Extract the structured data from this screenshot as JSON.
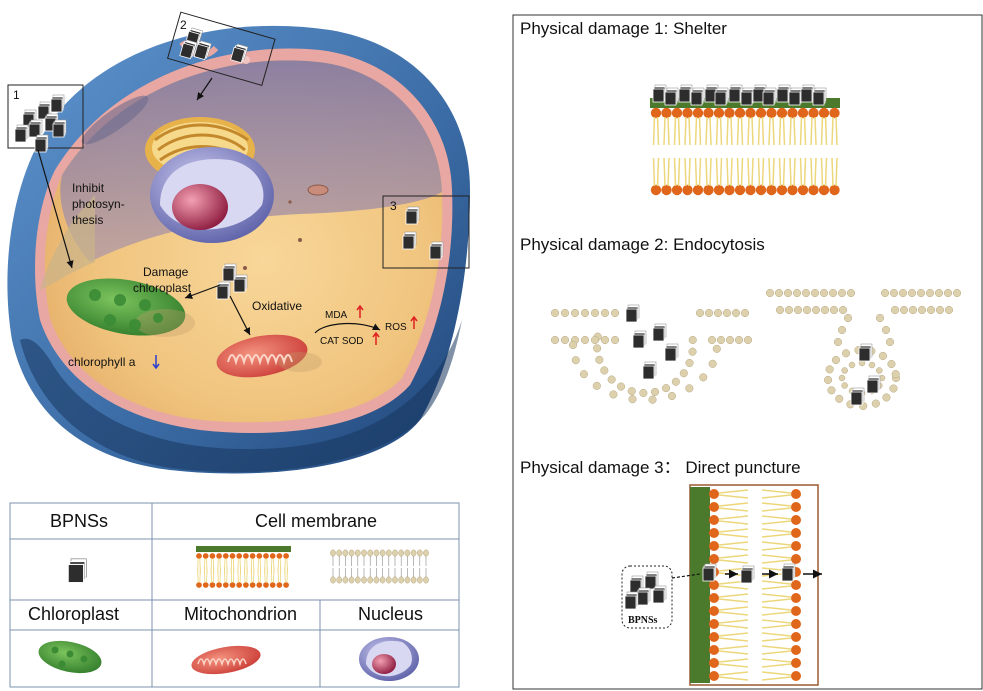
{
  "cell": {
    "box1": "1",
    "box2": "2",
    "box3": "3",
    "inhibit": [
      "Inhibit",
      "photosyn-",
      "thesis"
    ],
    "damage": [
      "Damage",
      "chloroplast"
    ],
    "oxidative": "Oxidative",
    "mda": "MDA",
    "ros": "ROS",
    "cat_sod": "CAT SOD",
    "chlorophyll": "chlorophyll a"
  },
  "panels": {
    "shelter": "Physical damage 1: Shelter",
    "endocytosis": "Physical damage 2: Endocytosis",
    "puncture": "Physical damage 3： Direct puncture",
    "bpnss_tag": "BPNSs"
  },
  "legend": {
    "bpnss": "BPNSs",
    "cell_membrane": "Cell membrane",
    "chloroplast": "Chloroplast",
    "mitochondrion": "Mitochondrion",
    "nucleus": "Nucleus"
  },
  "colors": {
    "cell_outer": "#3f6fa8",
    "cytoplasm": "#f1c98a",
    "membrane_green": "#4c7a2c",
    "lipid_head": "#e0661c",
    "lipid_tail": "#ecd77c",
    "vesicle_head": "#ddd0ad",
    "up_arrow": "#e02020",
    "down_arrow": "#2a3fd0"
  }
}
